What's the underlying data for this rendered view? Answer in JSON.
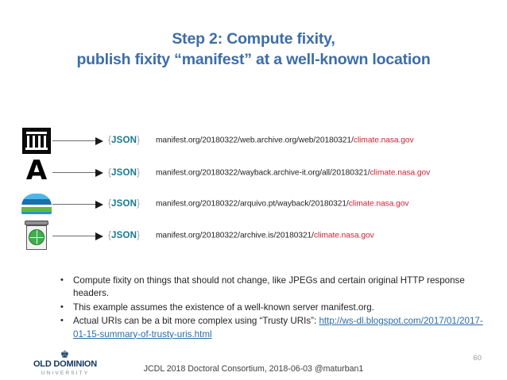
{
  "slide": {
    "title_line1": "Step 2: Compute fixity,",
    "title_line2": "publish fixity “manifest” at a well-known location",
    "title_color": "#3d6da8",
    "page_number": "60"
  },
  "diagram": {
    "json_label": "JSON",
    "brace_open": "{",
    "brace_close": "}",
    "json_color": "#17798f",
    "host_color": "#cf2233",
    "rows": [
      {
        "logo": "internet-archive-logo",
        "uri_prefix": "manifest.org/20180322/web.archive.org/web/20180321/",
        "uri_host": "climate.nasa.gov"
      },
      {
        "logo": "archive-it-logo",
        "uri_prefix": "manifest.org/20180322/wayback.archive-it.org/all/20180321/",
        "uri_host": "climate.nasa.gov"
      },
      {
        "logo": "arquivo-pt-logo",
        "uri_prefix": "manifest.org/20180322/arquivo.pt/wayback/20180321/",
        "uri_host": "climate.nasa.gov"
      },
      {
        "logo": "archive-is-logo",
        "uri_prefix": "manifest.org/20180322/archive.is/20180321/",
        "uri_host": "climate.nasa.gov"
      }
    ]
  },
  "bullets": {
    "item1": "Compute fixity on things that should not change, like JPEGs and certain original HTTP response headers.",
    "item2": "This example assumes the existence of a well-known server manifest.org.",
    "item3_prefix": "Actual URIs can be a bit more complex using “Trusty URIs”: ",
    "item3_link": "http://ws-dl.blogspot.com/2017/01/2017-01-15-summary-of-trusty-uris.html",
    "link_color": "#2c6ca8"
  },
  "footer": {
    "odu_crown": "♚",
    "odu_name": "OLD DOMINION",
    "odu_sub": "UNIVERSITY",
    "center_text": "JCDL 2018 Doctoral Consortium, 2018-06-03  @maturban1"
  }
}
